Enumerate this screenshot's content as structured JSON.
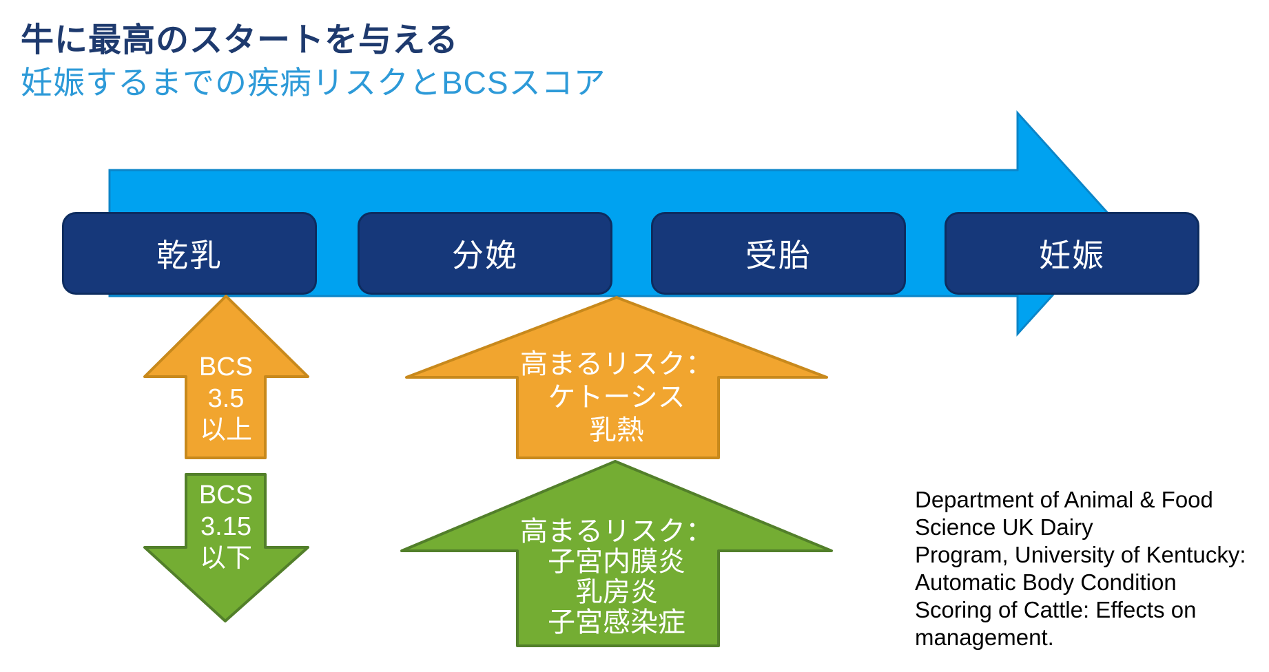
{
  "slide": {
    "title": "牛に最高のスタートを与える",
    "subtitle": "妊娠するまでの疾病リスクとBCSスコア"
  },
  "timeline": {
    "stages": [
      "乾乳",
      "分娩",
      "受胎",
      "妊娠"
    ]
  },
  "bcs_arrows": {
    "high": {
      "lines": [
        "BCS",
        "3.5",
        "以上"
      ]
    },
    "low": {
      "lines": [
        "BCS",
        "3.15",
        "以下"
      ]
    }
  },
  "risk_arrows": {
    "calving": {
      "lines": [
        "高まるリスク：",
        "ケトーシス",
        "乳熱"
      ]
    },
    "postpartum": {
      "lines": [
        "高まるリスク：",
        "子宮内膜炎",
        "乳房炎",
        "子宮感染症"
      ]
    }
  },
  "citation": {
    "lines": [
      "Department of Animal & Food",
      "Science UK Dairy",
      "Program, University of Kentucky:",
      "Automatic Body Condition",
      "Scoring of Cattle: Effects on",
      "management."
    ]
  },
  "colors": {
    "title_navy": "#1e3a6e",
    "subtitle_blue": "#2d9ad8",
    "timeline_arrow_blue": "#00a2f0",
    "timeline_arrow_border": "#0b85c8",
    "stage_box_navy": "#16387a",
    "stage_box_border": "#0d2c5f",
    "risk_orange": "#f1a52f",
    "risk_orange_border": "#c8891c",
    "risk_green": "#74ad33",
    "risk_green_border": "#527f2a",
    "citation_text": "#000000"
  }
}
